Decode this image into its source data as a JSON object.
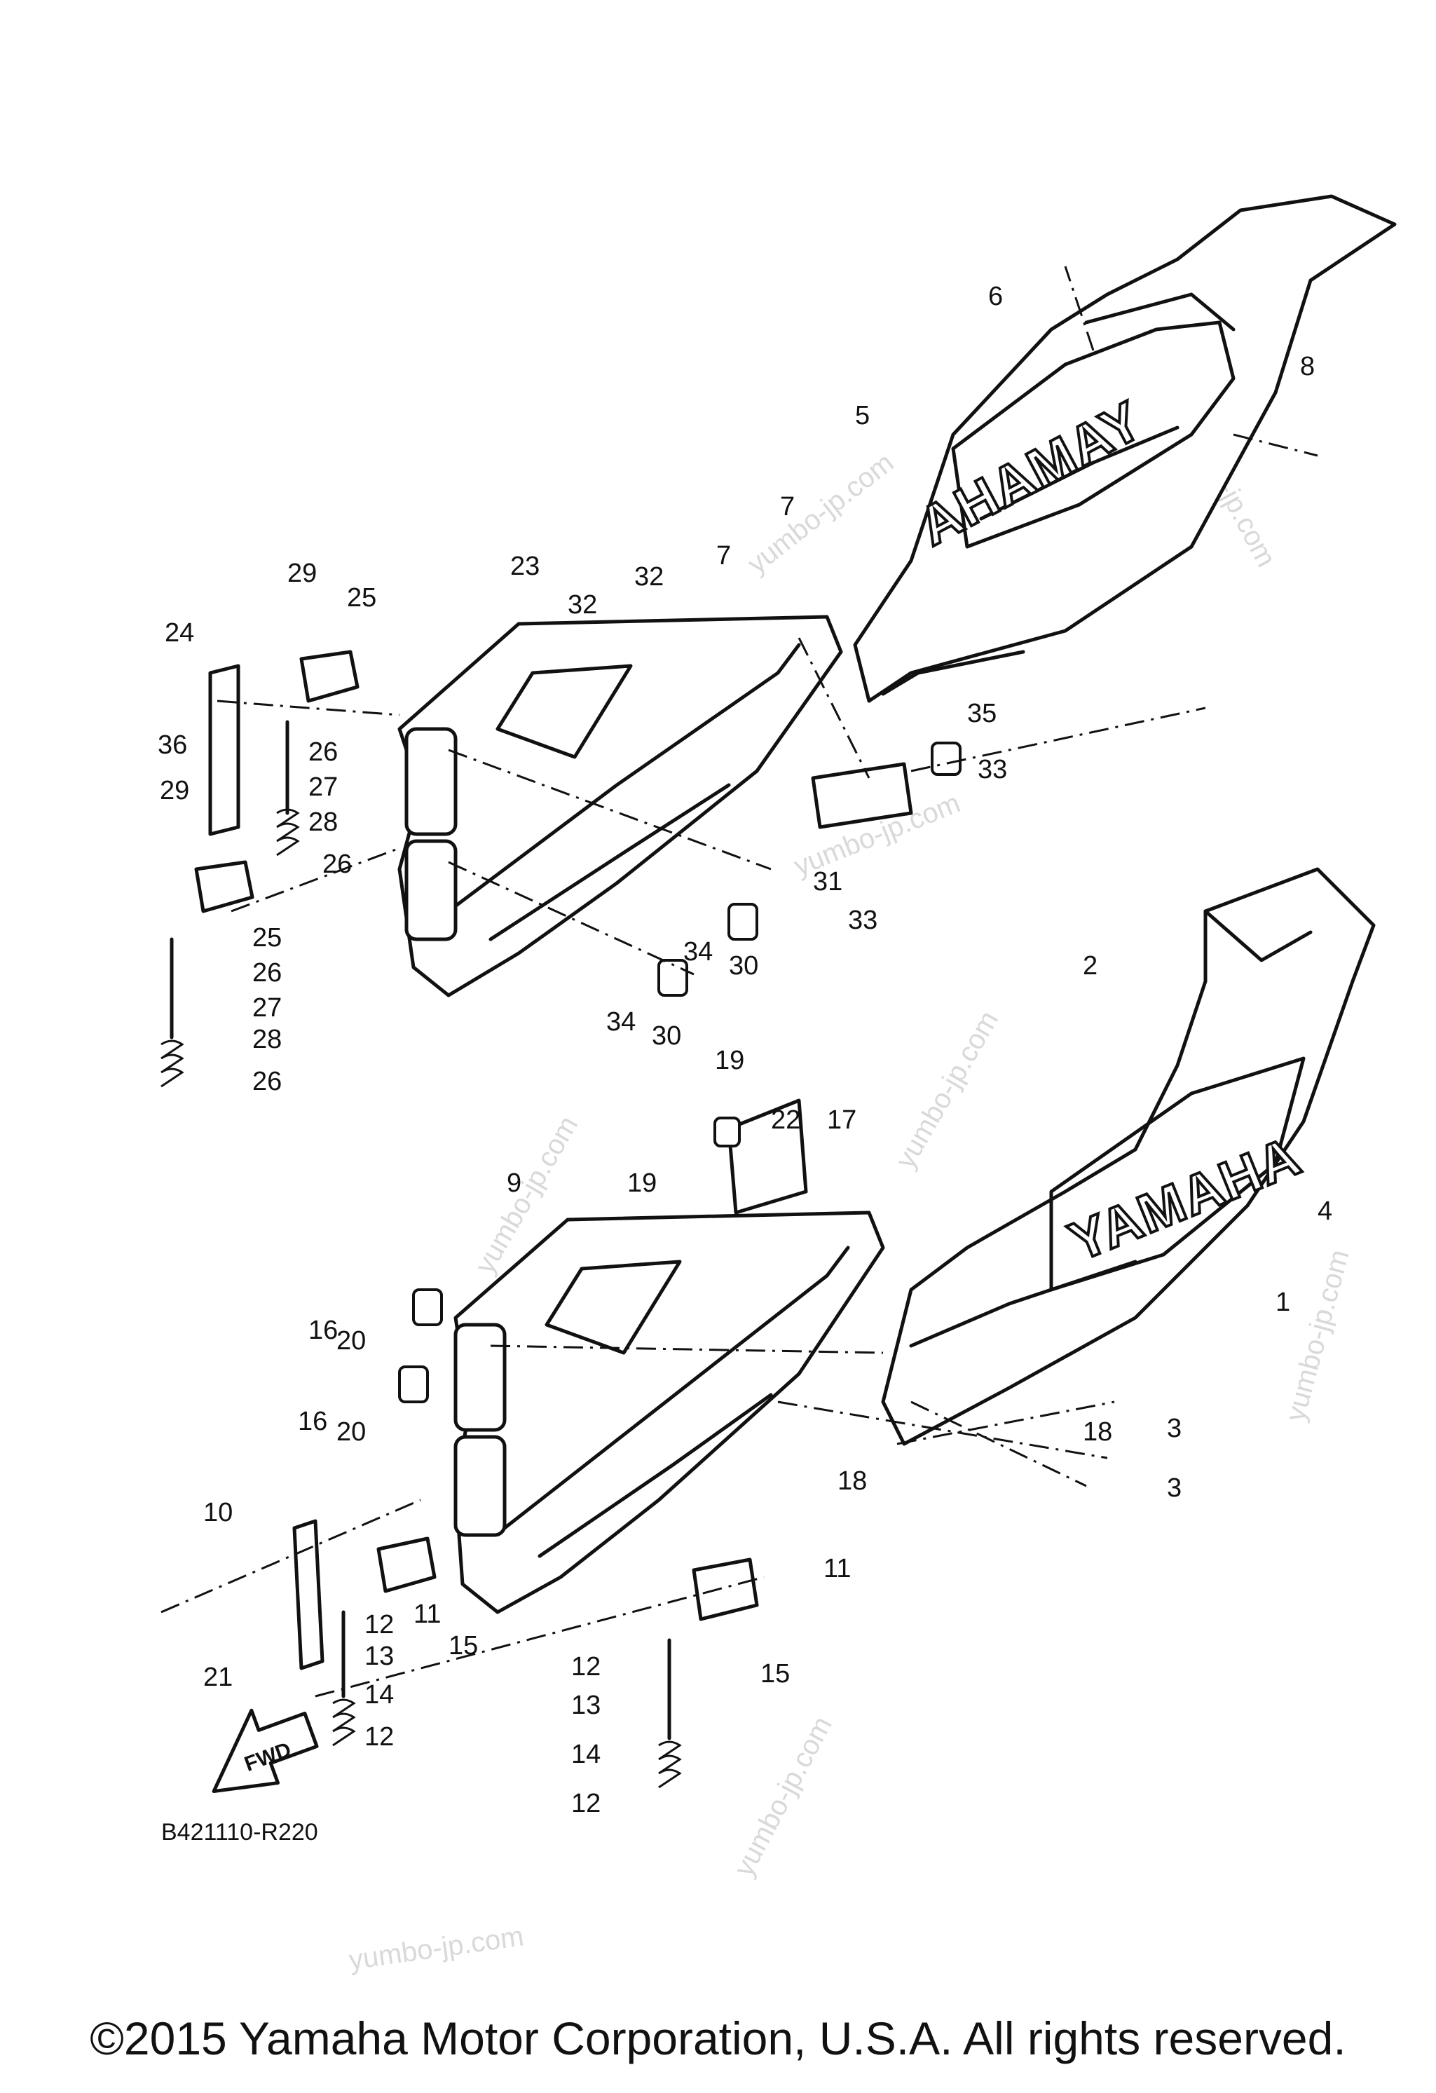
{
  "diagram": {
    "brand_text": "YAMAHA",
    "brand_text_mirrored": "AHAMAY",
    "fwd_label": "FWD",
    "diagram_code": "B421110-R220",
    "watermark": "yumbo-jp.com",
    "callouts": [
      {
        "id": "c1",
        "label": "1"
      },
      {
        "id": "c2",
        "label": "2"
      },
      {
        "id": "c3a",
        "label": "3"
      },
      {
        "id": "c3b",
        "label": "3"
      },
      {
        "id": "c4",
        "label": "4"
      },
      {
        "id": "c5",
        "label": "5"
      },
      {
        "id": "c6",
        "label": "6"
      },
      {
        "id": "c7a",
        "label": "7"
      },
      {
        "id": "c7b",
        "label": "7"
      },
      {
        "id": "c8",
        "label": "8"
      },
      {
        "id": "c9",
        "label": "9"
      },
      {
        "id": "c10",
        "label": "10"
      },
      {
        "id": "c11a",
        "label": "11"
      },
      {
        "id": "c11b",
        "label": "11"
      },
      {
        "id": "c12a",
        "label": "12"
      },
      {
        "id": "c12b",
        "label": "12"
      },
      {
        "id": "c12c",
        "label": "12"
      },
      {
        "id": "c12d",
        "label": "12"
      },
      {
        "id": "c13a",
        "label": "13"
      },
      {
        "id": "c13b",
        "label": "13"
      },
      {
        "id": "c14a",
        "label": "14"
      },
      {
        "id": "c14b",
        "label": "14"
      },
      {
        "id": "c15a",
        "label": "15"
      },
      {
        "id": "c15b",
        "label": "15"
      },
      {
        "id": "c16a",
        "label": "16"
      },
      {
        "id": "c16b",
        "label": "16"
      },
      {
        "id": "c17",
        "label": "17"
      },
      {
        "id": "c18a",
        "label": "18"
      },
      {
        "id": "c18b",
        "label": "18"
      },
      {
        "id": "c19a",
        "label": "19"
      },
      {
        "id": "c19b",
        "label": "19"
      },
      {
        "id": "c20a",
        "label": "20"
      },
      {
        "id": "c20b",
        "label": "20"
      },
      {
        "id": "c21",
        "label": "21"
      },
      {
        "id": "c22",
        "label": "22"
      },
      {
        "id": "c23",
        "label": "23"
      },
      {
        "id": "c24",
        "label": "24"
      },
      {
        "id": "c25a",
        "label": "25"
      },
      {
        "id": "c25b",
        "label": "25"
      },
      {
        "id": "c26a",
        "label": "26"
      },
      {
        "id": "c26b",
        "label": "26"
      },
      {
        "id": "c26c",
        "label": "26"
      },
      {
        "id": "c26d",
        "label": "26"
      },
      {
        "id": "c27a",
        "label": "27"
      },
      {
        "id": "c27b",
        "label": "27"
      },
      {
        "id": "c28a",
        "label": "28"
      },
      {
        "id": "c28b",
        "label": "28"
      },
      {
        "id": "c29a",
        "label": "29"
      },
      {
        "id": "c29b",
        "label": "29"
      },
      {
        "id": "c30a",
        "label": "30"
      },
      {
        "id": "c30b",
        "label": "30"
      },
      {
        "id": "c31",
        "label": "31"
      },
      {
        "id": "c32a",
        "label": "32"
      },
      {
        "id": "c32b",
        "label": "32"
      },
      {
        "id": "c33a",
        "label": "33"
      },
      {
        "id": "c33b",
        "label": "33"
      },
      {
        "id": "c34a",
        "label": "34"
      },
      {
        "id": "c34b",
        "label": "34"
      },
      {
        "id": "c35",
        "label": "35"
      },
      {
        "id": "c36",
        "label": "36"
      }
    ]
  },
  "footer": {
    "copyright": "©2015 Yamaha Motor Corporation, U.S.A. All rights reserved."
  }
}
